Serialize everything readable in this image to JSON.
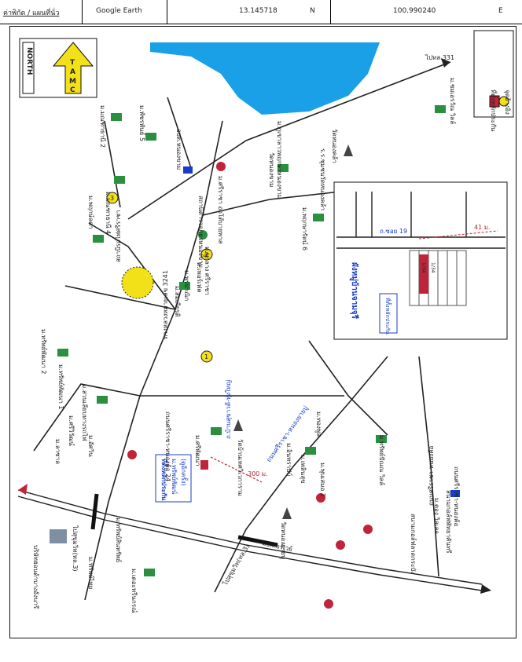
{
  "header": {
    "label": "ค่าพิกัด / แผนที่นั่ว",
    "source": "Google Earth",
    "lat": "13.145718",
    "lat_suffix": "N",
    "lon": "100.990240",
    "lon_suffix": "E"
  },
  "north_badge": {
    "north": "NORTH",
    "letters": [
      "T",
      "A",
      "M",
      "C"
    ]
  },
  "legend": {
    "items": [
      "ที่ตั้งหลักประกัน",
      "จุดอ้างอิง"
    ]
  },
  "colors": {
    "water": "#1aa0e6",
    "collateral": "#c0243a",
    "reference": "#f2e019",
    "road": "#111111",
    "label_blue": "#1a3cc7"
  },
  "roads": {
    "sukhumvit_top": "ไปสุขุมวิท(ทล.3)",
    "sukhumvit_bottom": "ไปสุขุมวิท(ทล.3)",
    "route331": "ไปทล.331",
    "route3241": "ทางหลวงหมายเลข 3241",
    "motorway": "มอเตอร์เวย์",
    "ang_sila": "ถนนศรีราชา-หนองยายบู่",
    "soi": "ถนนศรีราชา-หนองค้อ 24",
    "lane": "ถ.บ้านสุขาวดี-ทุ่งใหญ่",
    "distance": "300 ม.",
    "sriracha_nongkhor": "ถนนศรีราชา-หนองค้อ"
  },
  "places": [
    "ม.มณฑาธานี 2",
    "ม.พัชรพันธ์ 5",
    "อบต.หนองขาม",
    "ม.ศรีราชา ออโต้บายพาส",
    "ม.มณฑาธานี 4",
    "ม.พฤกษ์ลดา",
    "ม.ชมเอรวัณ วิลล์",
    "ม.พูกลาง ศรีราชา",
    "ม.เพอร์เฟค",
    "ม.พรปาณิก",
    "ม.สมเกียรติ",
    "สถานีตำรวจภูธรหนองขาม",
    "ม.พฤกษารัตน์ 6",
    "วัดหนองขาม",
    "ม.ภูเขาลาวพฤกษาหนองขาม",
    "ม.ทรัพย์พัฒนา 2",
    "ม.ทรัพย์พัฒนา 1",
    "ม.สวนเลียบทางรถไฟ",
    "ม.ศรีวิวัฒน์",
    "ม.ลาซาล",
    "ม.อัศวิน",
    "ม.ศรีพัฒนา",
    "วัดบ้านเทศวิเวการาม",
    "ม.อินทราปบ์",
    "ม.ทรัพย์สินทรัพย์",
    "ม.ทรัพย์ไทย",
    "ม.เดอะทรีนกรณ์",
    "บริษัทฮอนด้าบางอังนารี",
    "วัดหนองยายบู่",
    "ม.ทองพูล",
    "ม.เพลินสุข",
    "ม.พุนเสมอ 2",
    "ม.ทรัพย์ปัณณ วิลล์",
    "สนามกอล์ฟพัทยาคันทรี",
    "ร.ร.ชุมชนวัดหนองคล้า",
    "วัดหนองคล้า",
    "ม.ตอง วิลเลจ",
    "ถนนศรีราชา-หนองค้อ",
    "สนามกอล์ฟลาดกระบัง"
  ],
  "markers": {
    "numbers": [
      "1",
      "2",
      "3"
    ],
    "rail_station": "สถานีรถไฟศรีราชา",
    "collateral_note": "ที่ตั้งหลักประกัน",
    "soi_note": "ม.ทรัพย์พัฒน์",
    "soi_note2": "(ดูอีกครั้ง)"
  },
  "inset": {
    "title": "ผังหมู่บ้านจามจุรี",
    "road": "ถ.ซอย 19",
    "note": "ที่ตั้งหลักประกัน",
    "plot_a": "1/34",
    "plot_b": "1/34",
    "dist": "41 ม."
  }
}
